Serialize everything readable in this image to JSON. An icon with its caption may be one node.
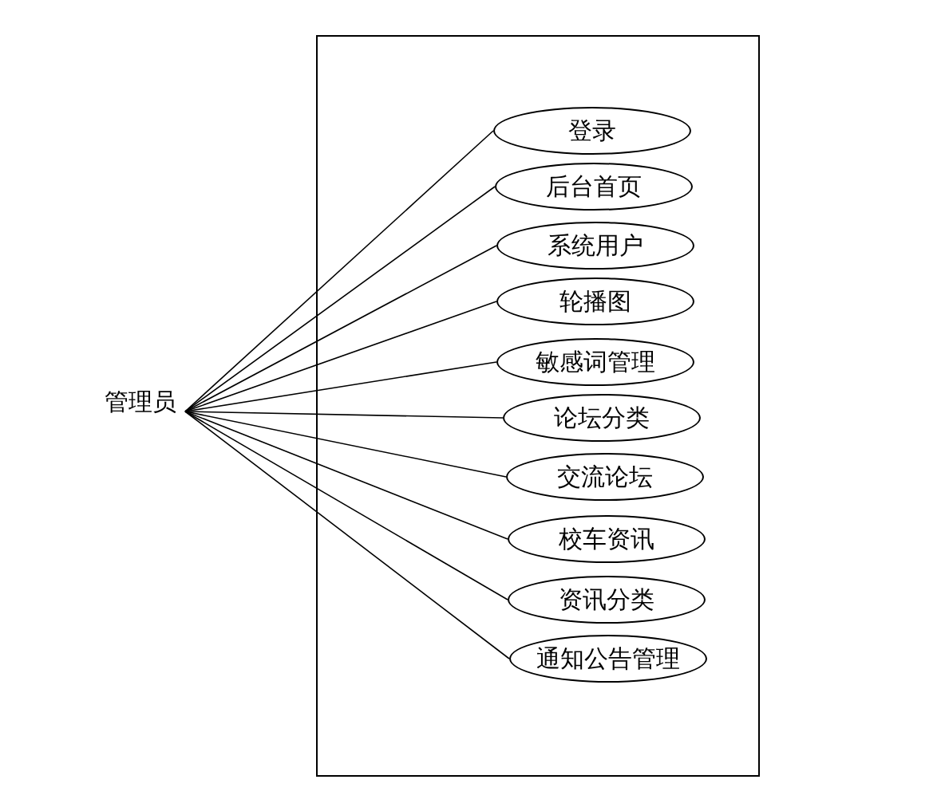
{
  "diagram": {
    "nodes": [
      {
        "text": [
          "管理员"
        ]
      },
      {
        "text": [],
        "shape": "box"
      },
      {
        "text": [
          "登录"
        ],
        "in": 1
      },
      {
        "text": [
          "后台首页"
        ],
        "in": 1
      },
      {
        "text": [
          "系统用户"
        ],
        "in": 1
      },
      {
        "text": [
          "轮播图"
        ],
        "in": 1
      },
      {
        "text": [
          "敏感词管理"
        ],
        "in": 1
      },
      {
        "text": [
          "论坛分类"
        ],
        "in": 1
      },
      {
        "text": [
          "交流论坛"
        ],
        "in": 1
      },
      {
        "text": [
          "校车资讯"
        ],
        "in": 1
      },
      {
        "text": [
          "资讯分类"
        ],
        "in": 1
      },
      {
        "text": [
          "通知公告管理"
        ],
        "in": 1
      }
    ],
    "edges": [
      {
        "from": 0,
        "to": 2,
        "arrow": "none"
      },
      {
        "from": 0,
        "to": 3,
        "arrow": "none"
      },
      {
        "from": 0,
        "to": 4,
        "arrow": "none"
      },
      {
        "from": 0,
        "to": 5,
        "arrow": "none"
      },
      {
        "from": 0,
        "to": 6,
        "arrow": "none"
      },
      {
        "from": 0,
        "to": 7,
        "arrow": "none"
      },
      {
        "from": 0,
        "to": 8,
        "arrow": "none"
      },
      {
        "from": 0,
        "to": 9,
        "arrow": "none"
      },
      {
        "from": 0,
        "to": 10,
        "arrow": "none"
      },
      {
        "from": 0,
        "to": 11,
        "arrow": "none"
      }
    ]
  }
}
